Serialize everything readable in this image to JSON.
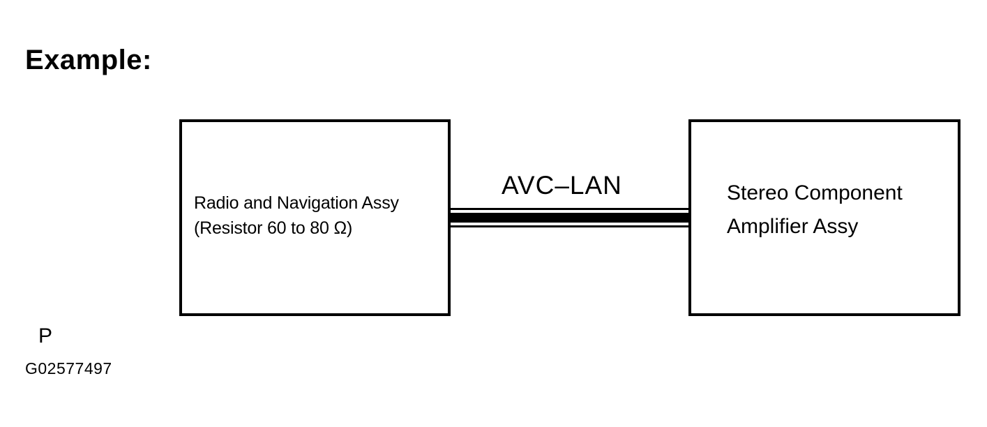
{
  "heading": "Example:",
  "left_box": {
    "line1": "Radio and Navigation Assy",
    "line2": "(Resistor 60 to 80 Ω)"
  },
  "right_box": {
    "line1": "Stereo Component",
    "line2": "Amplifier Assy"
  },
  "bus_label": "AVC–LAN",
  "ref_letter": "P",
  "ref_code": "G02577497",
  "colors": {
    "ink": "#000000",
    "background": "#ffffff"
  }
}
